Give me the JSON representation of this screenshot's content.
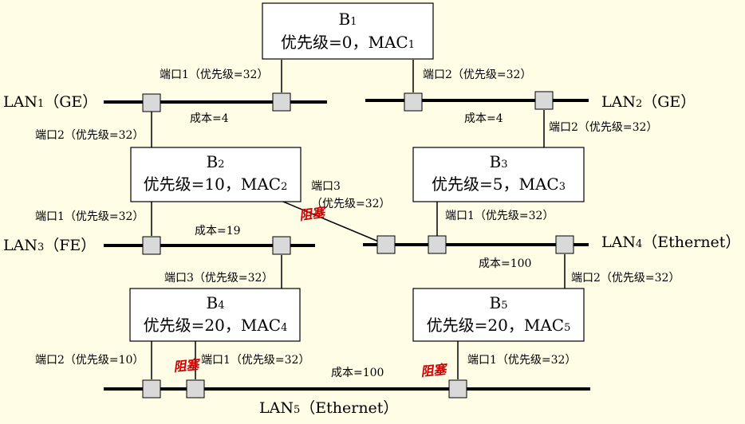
{
  "bridges": {
    "b1": {
      "name": "B",
      "sub": "1",
      "line2_pre": "优先级=0，MAC",
      "line2_sub": "1"
    },
    "b2": {
      "name": "B",
      "sub": "2",
      "line2_pre": "优先级=10，MAC",
      "line2_sub": "2"
    },
    "b3": {
      "name": "B",
      "sub": "3",
      "line2_pre": "优先级=5，MAC",
      "line2_sub": "3"
    },
    "b4": {
      "name": "B",
      "sub": "4",
      "line2_pre": "优先级=20，MAC",
      "line2_sub": "4"
    },
    "b5": {
      "name": "B",
      "sub": "5",
      "line2_pre": "优先级=20，MAC",
      "line2_sub": "5"
    }
  },
  "lans": {
    "lan1": {
      "pre": "LAN",
      "sub": "1",
      "post": "（GE）"
    },
    "lan2": {
      "pre": "LAN",
      "sub": "2",
      "post": "（GE）"
    },
    "lan3": {
      "pre": "LAN",
      "sub": "3",
      "post": "（FE）"
    },
    "lan4": {
      "pre": "LAN",
      "sub": "4",
      "post": "（Ethernet）"
    },
    "lan5": {
      "pre": "LAN",
      "sub": "5",
      "post": "（Ethernet）"
    }
  },
  "costs": {
    "lan1": "成本=4",
    "lan2": "成本=4",
    "lan3": "成本=19",
    "lan4": "成本=100",
    "lan5": "成本=100"
  },
  "ports": {
    "b1_p1": "端口1（优先级=32）",
    "b1_p2": "端口2（优先级=32）",
    "b2_p2": "端口2（优先级=32）",
    "b2_p1": "端口1（优先级=32）",
    "b2_p3_line1": "端口3",
    "b2_p3_line2": "（优先级=32）",
    "b3_p2": "端口2（优先级=32）",
    "b3_p1": "端口1（优先级=32）",
    "b4_p3": "端口3（优先级=32）",
    "b4_p2": "端口2（优先级=10）",
    "b4_p1": "端口1（优先级=32）",
    "b5_p2": "端口2（优先级=32）",
    "b5_p1": "端口1（优先级=32）"
  },
  "blocked_label": "阻塞"
}
